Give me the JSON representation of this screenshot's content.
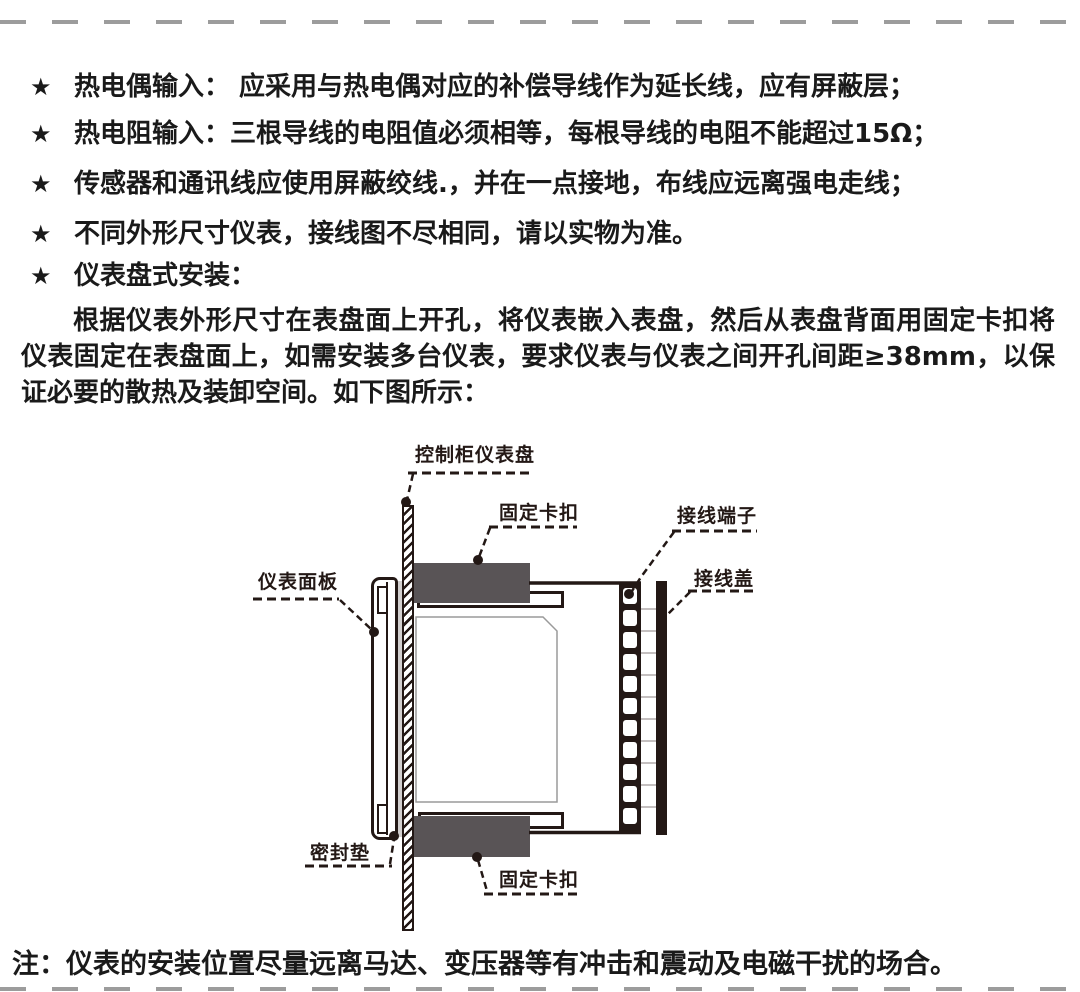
{
  "page": {
    "bullets": [
      {
        "marker": "★",
        "text": "热电偶输入： 应采用与热电偶对应的补偿导线作为延长线，应有屏蔽层；"
      },
      {
        "marker": "★",
        "text": "热电阻输入：三根导线的电阻值必须相等，每根导线的电阻不能超过15Ω；"
      },
      {
        "marker": "★",
        "text": "传感器和通讯线应使用屏蔽绞线.，并在一点接地，布线应远离强电走线；"
      },
      {
        "marker": "★",
        "text": "不同外形尺寸仪表，接线图不尽相同，请以实物为准。"
      },
      {
        "marker": "★",
        "text": "仪表盘式安装："
      }
    ],
    "paragraph": "根据仪表外形尺寸在表盘面上开孔，将仪表嵌入表盘，然后从表盘背面用固定卡扣将仪表固定在表盘面上，如需安装多台仪表，要求仪表与仪表之间开孔间距≥38mm，以保证必要的散热及装卸空间。如下图所示：",
    "note": "注：仪表的安装位置尽量远离马达、变压器等有冲击和震动及电磁干扰的场合。",
    "diagram": {
      "labels": {
        "cabinet_panel": "控制柜仪表盘",
        "fixing_clip_top": "固定卡扣",
        "terminal_block": "接线端子",
        "wiring_cover": "接线盖",
        "instrument_front_panel": "仪表面板",
        "sealing_gasket": "密封垫",
        "fixing_clip_bottom": "固定卡扣"
      },
      "terminal_screw_count": 11,
      "separator_line_count": 10
    },
    "colors": {
      "line_dark": "#231815",
      "clip_gray": "#595456",
      "gasket_gray": "#d2cfcf",
      "dash_gray": "#9c9c9c"
    }
  }
}
